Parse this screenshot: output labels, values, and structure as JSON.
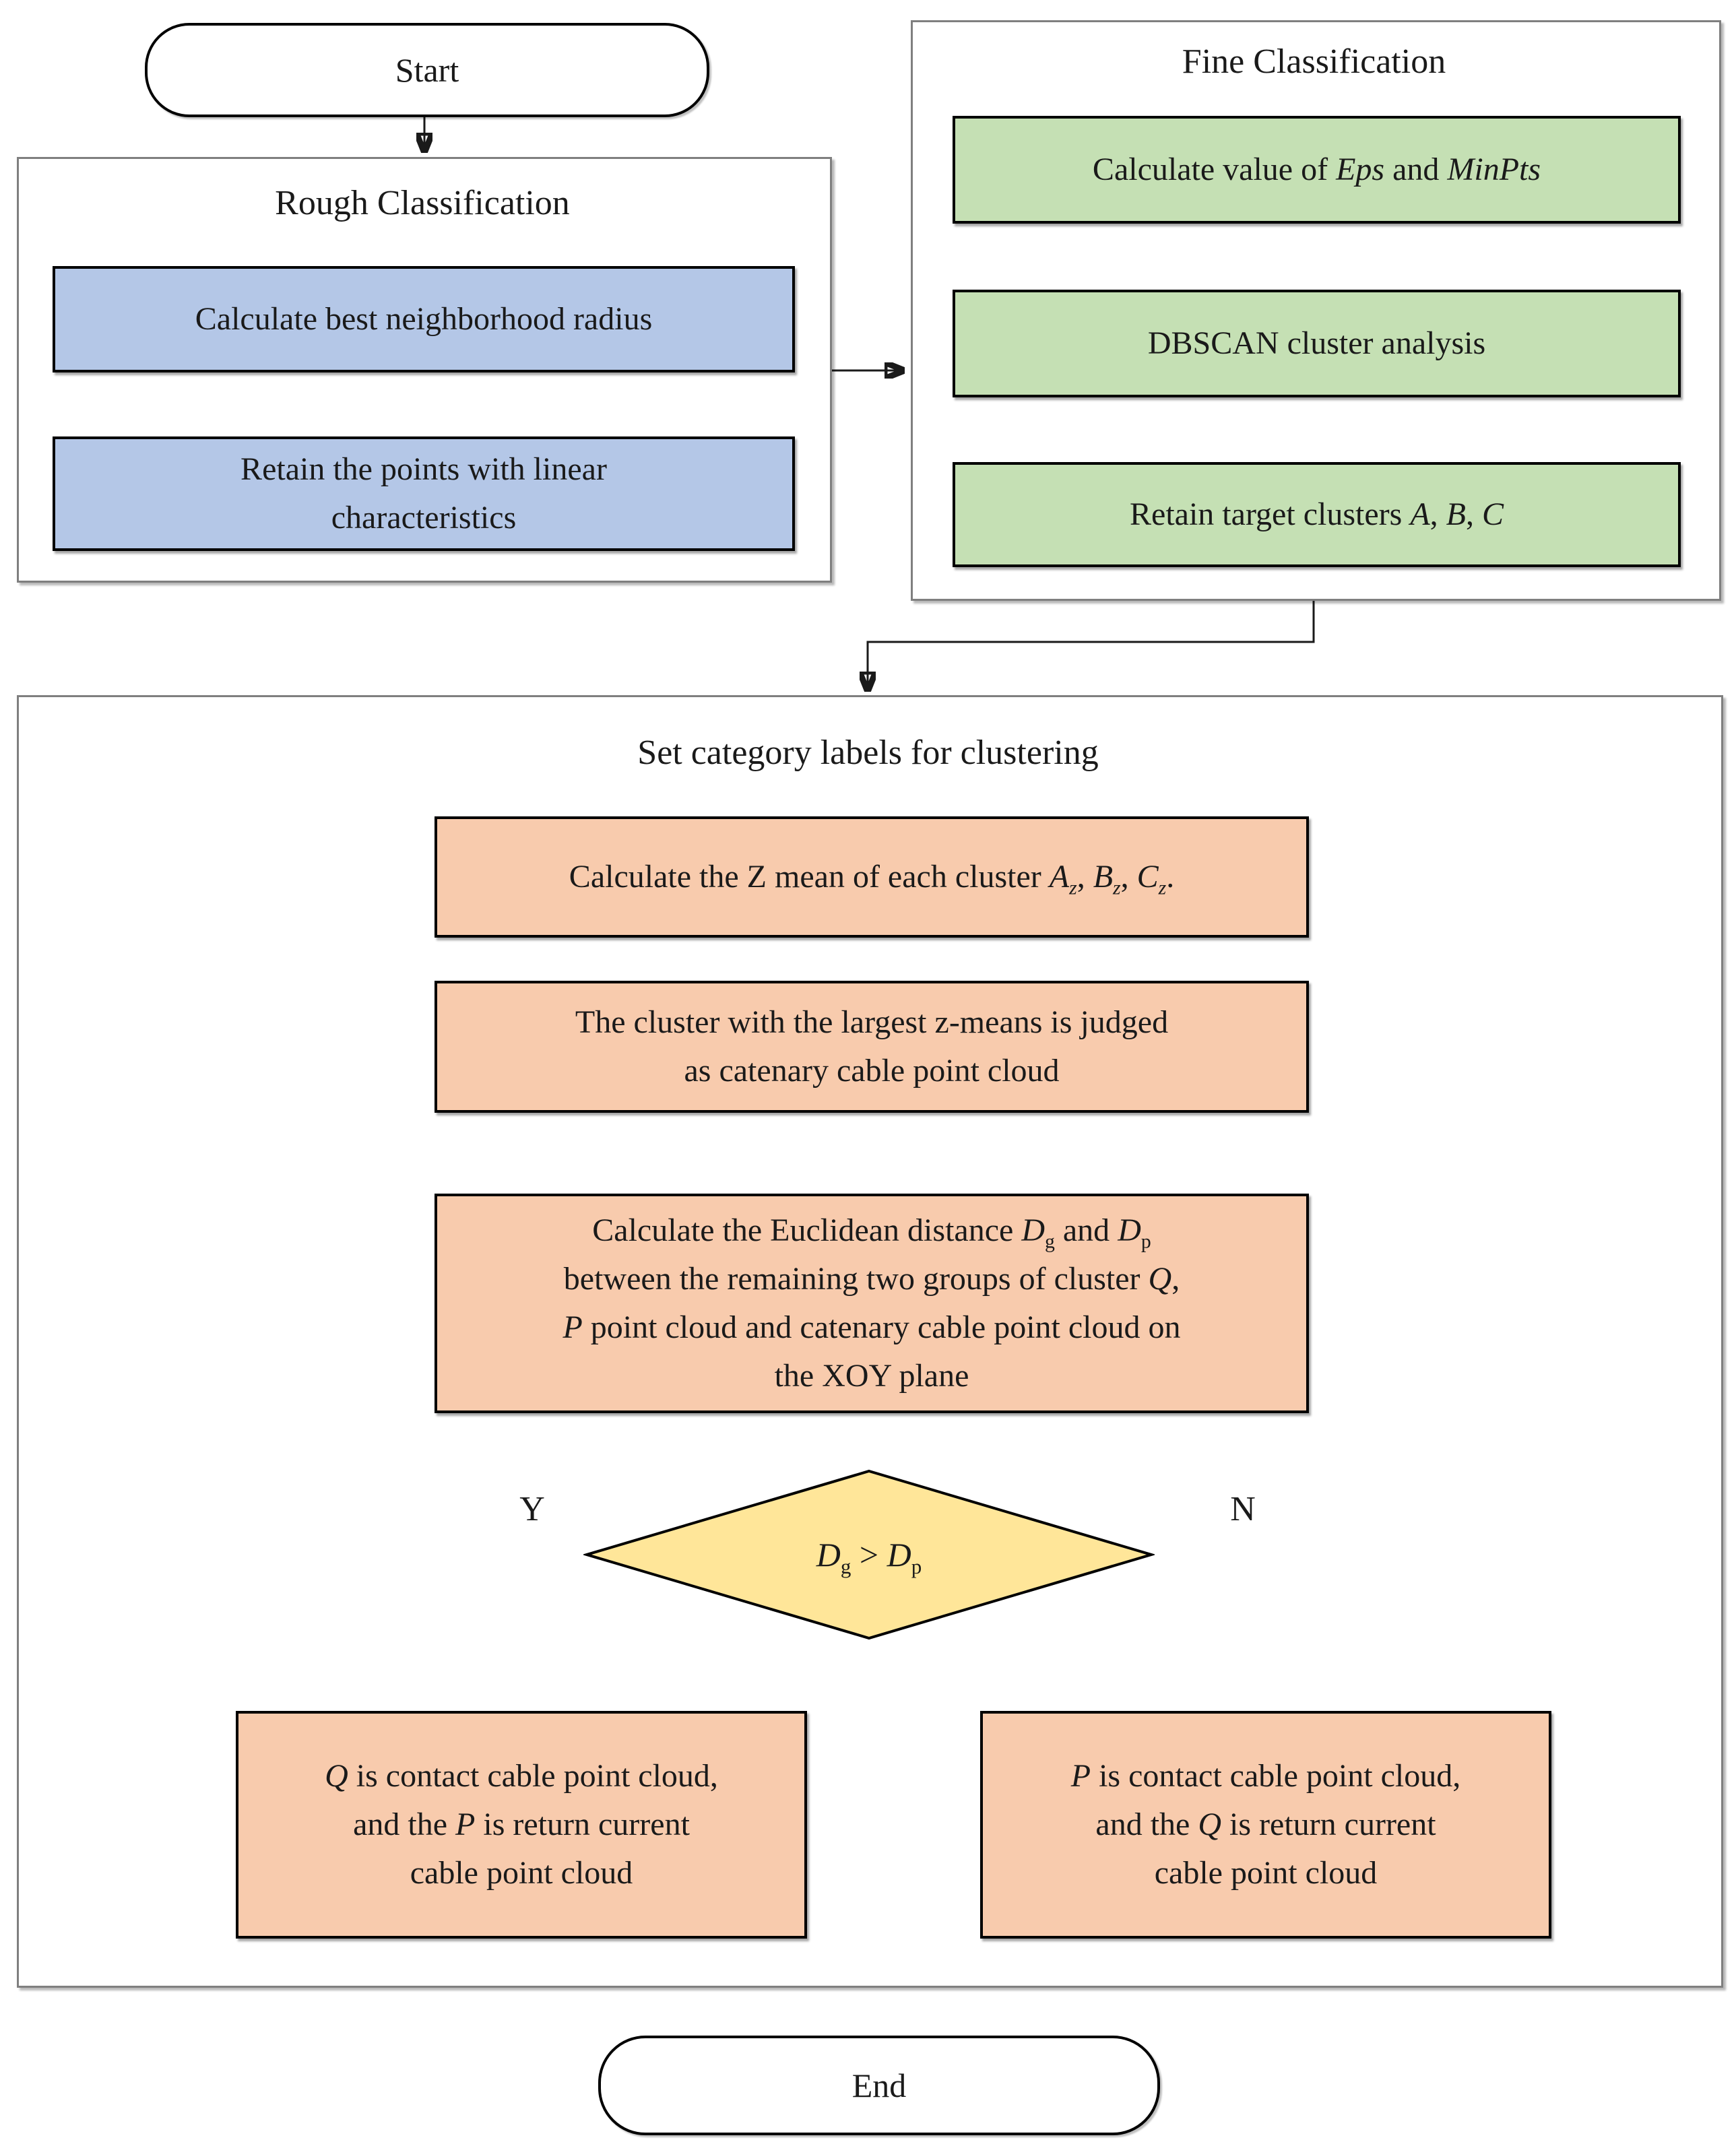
{
  "colors": {
    "blue": "#b4c7e7",
    "green": "#c5e0b4",
    "orange": "#f8cbad",
    "yellow": "#ffe699",
    "container_border": "#7f7f7f",
    "line": "#1a1a1a"
  },
  "start": {
    "label": "Start"
  },
  "end": {
    "label": "End"
  },
  "rough": {
    "title": "Rough Classification",
    "steps": [
      {
        "lines": [
          [
            {
              "t": "Calculate best neighborhood radius"
            }
          ]
        ]
      },
      {
        "lines": [
          [
            {
              "t": "Retain the points with linear"
            }
          ],
          [
            {
              "t": "characteristics"
            }
          ]
        ]
      }
    ]
  },
  "fine": {
    "title": "Fine Classification",
    "steps": [
      {
        "lines": [
          [
            {
              "t": "Calculate value of "
            },
            {
              "t": "Eps",
              "i": true
            },
            {
              "t": " and "
            },
            {
              "t": "MinPts",
              "i": true
            }
          ]
        ]
      },
      {
        "lines": [
          [
            {
              "t": "DBSCAN cluster analysis"
            }
          ]
        ]
      },
      {
        "lines": [
          [
            {
              "t": "Retain target clusters "
            },
            {
              "t": "A",
              "i": true
            },
            {
              "t": ", "
            },
            {
              "t": "B",
              "i": true
            },
            {
              "t": ", "
            },
            {
              "t": "C",
              "i": true
            }
          ]
        ]
      }
    ]
  },
  "clustering": {
    "title": "Set category labels for clustering",
    "steps": [
      {
        "lines": [
          [
            {
              "t": "Calculate the Z mean of each cluster "
            },
            {
              "t": "A",
              "i": true
            },
            {
              "t": "z",
              "i": true,
              "sub": true
            },
            {
              "t": ", "
            },
            {
              "t": "B",
              "i": true
            },
            {
              "t": "z",
              "i": true,
              "sub": true
            },
            {
              "t": ", "
            },
            {
              "t": "C",
              "i": true
            },
            {
              "t": "z",
              "i": true,
              "sub": true
            },
            {
              "t": "."
            }
          ]
        ]
      },
      {
        "lines": [
          [
            {
              "t": "The cluster with the largest z-means is judged"
            }
          ],
          [
            {
              "t": "as catenary cable point cloud"
            }
          ]
        ]
      },
      {
        "lines": [
          [
            {
              "t": "Calculate the Euclidean distance "
            },
            {
              "t": "D",
              "i": true
            },
            {
              "t": "g",
              "sub": true
            },
            {
              "t": " and  "
            },
            {
              "t": "D",
              "i": true
            },
            {
              "t": "p",
              "sub": true
            }
          ],
          [
            {
              "t": "between the remaining two groups of cluster "
            },
            {
              "t": "Q",
              "i": true
            },
            {
              "t": ","
            }
          ],
          [
            {
              "t": "P",
              "i": true
            },
            {
              "t": " point cloud and catenary cable point cloud on"
            }
          ],
          [
            {
              "t": "the XOY plane"
            }
          ]
        ]
      }
    ],
    "decision": {
      "label": [
        [
          {
            "t": "D",
            "i": true
          },
          {
            "t": "g",
            "sub": true
          },
          {
            "t": " > "
          },
          {
            "t": "D",
            "i": true
          },
          {
            "t": "p",
            "sub": true
          }
        ]
      ],
      "yes": "Y",
      "no": "N"
    },
    "branches": {
      "yes": {
        "lines": [
          [
            {
              "t": "Q",
              "i": true
            },
            {
              "t": " is contact cable point cloud,"
            }
          ],
          [
            {
              "t": "and the "
            },
            {
              "t": "P",
              "i": true
            },
            {
              "t": " is return current"
            }
          ],
          [
            {
              "t": "cable point cloud"
            }
          ]
        ]
      },
      "no": {
        "lines": [
          [
            {
              "t": "P",
              "i": true
            },
            {
              "t": " is contact cable point cloud,"
            }
          ],
          [
            {
              "t": "and the "
            },
            {
              "t": "Q",
              "i": true
            },
            {
              "t": " is return current"
            }
          ],
          [
            {
              "t": "cable point cloud"
            }
          ]
        ]
      }
    }
  }
}
